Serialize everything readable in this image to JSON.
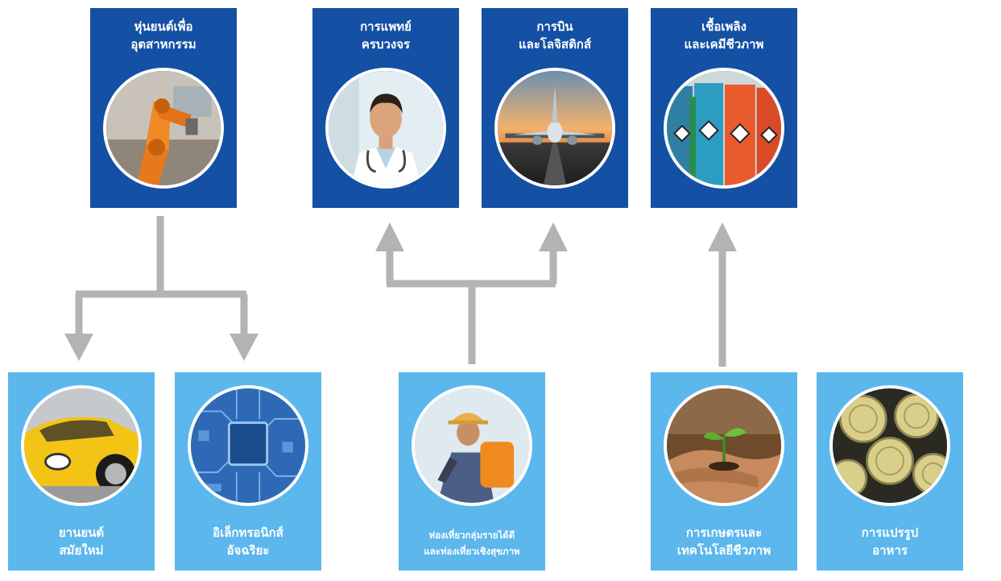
{
  "top_cards": [
    {
      "label": "หุ่นยนต์เพื่อ\nอุตสาหกรรม",
      "icon": "industrial-robot-icon"
    },
    {
      "label": "การแพทย์\nครบวงจร",
      "icon": "doctor-icon"
    },
    {
      "label": "การบิน\nและโลจิสติกส์",
      "icon": "airplane-icon"
    },
    {
      "label": "เชื้อเพลิง\nและเคมีชีวภาพ",
      "icon": "chemical-barrels-icon"
    }
  ],
  "bottom_cards": [
    {
      "label": "ยานยนต์\nสมัยใหม่",
      "icon": "yellow-car-icon"
    },
    {
      "label": "อิเล็กทรอนิกส์\nอัจฉริยะ",
      "icon": "circuit-chip-icon"
    },
    {
      "label": "ท่องเที่ยวกลุ่มรายได้ดี\nและท่องเที่ยวเชิงสุขภาพ",
      "icon": "traveler-icon"
    },
    {
      "label": "การเกษตรและ\nเทคโนโลยีชีวภาพ",
      "icon": "seedling-icon"
    },
    {
      "label": "การแปรรูป\nอาหาร",
      "icon": "food-cans-icon"
    }
  ],
  "colors": {
    "top_card": "#1450a3",
    "bottom_card": "#5bb7ec",
    "arrow": "#b3b3b3"
  }
}
